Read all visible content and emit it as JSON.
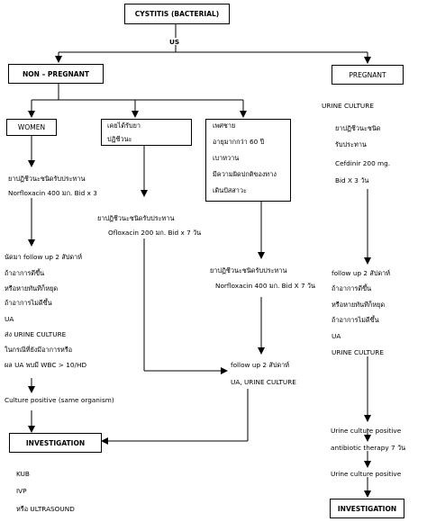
{
  "title": "CYSTITIS (BACTERIAL)",
  "us": "US",
  "non_pregnant": "NON – PREGNANT",
  "pregnant": "PREGNANT",
  "women": {
    "label": "WOMEN",
    "treatment": [
      "ยาปฏิชีวนะชนิดรับประทาน",
      "Norfloxacin 400 มก. Bid x 3"
    ],
    "followup": [
      "นัดมา follow up 2 สัปดาห์",
      "ถ้าอาการดีขึ้น",
      "หรือหายทันทีก็หยุด",
      "ถ้าอาการไม่ดีขึ้น",
      "UA",
      "ส่ง URINE CULTURE",
      "ในกรณีที่ยังมีอาการหรือ",
      "ผล UA พบมี WBC > 10/HD"
    ],
    "culture_positive": "Culture positive (same organism)"
  },
  "prior_antibiotic": {
    "label": [
      "เคยได้รับยา",
      "ปฏิชีวนะ"
    ],
    "treatment": [
      "ยาปฏิชีวนะชนิดรับประทาน",
      "Ofloxacin 200 มก. Bid x 7 วัน"
    ]
  },
  "male": {
    "label": [
      "เพศชาย",
      "อายุมากกว่า 60 ปี",
      "เบาหวาน",
      "มีความผิดปกติของทาง",
      "เดินปัสสาวะ"
    ],
    "treatment": [
      "ยาปฏิชีวนะชนิดรับประทาน",
      "Norfloxacin 400 มก. Bid X 7 วัน"
    ],
    "followup": [
      "follow up 2 สัปดาห์",
      "UA, URINE CULTURE"
    ]
  },
  "pregnant_branch": {
    "urine_culture": "URINE CULTURE",
    "treatment": [
      "ยาปฏิชีวนะชนิด",
      "รับประทาน",
      "Cefdinir 200 mg.",
      "Bid X 3 วัน"
    ],
    "followup": [
      "follow up 2 สัปดาห์",
      "ถ้าอาการดีขึ้น",
      "หรือหายทันทีก็หยุด",
      "ถ้าอาการไม่ดีขึ้น",
      "UA",
      "URINE CULTURE"
    ],
    "culture_positive_1": "Urine culture positive",
    "antibiotic_therapy": "antibiotic therapy 7 วัน",
    "culture_positive_2": "Urine culture  positive"
  },
  "investigation_left": "INVESTIGATION",
  "investigation_right": "INVESTIGATION",
  "investigations": [
    "KUB",
    "IVP",
    "หรือ ULTRASOUND"
  ]
}
